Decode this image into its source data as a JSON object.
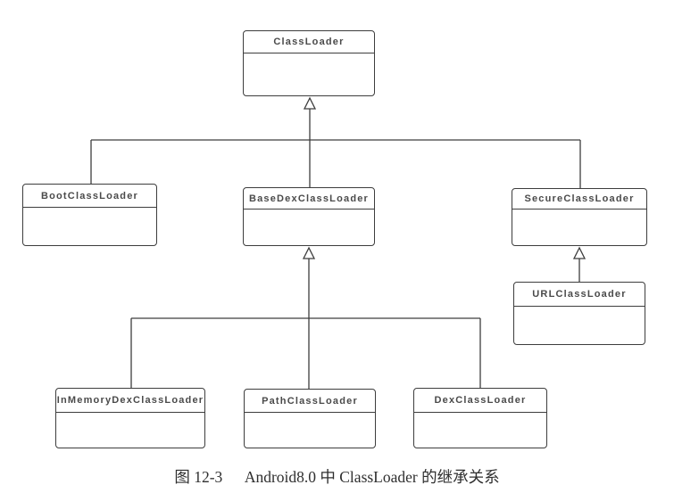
{
  "diagram": {
    "type": "uml-class-inheritance",
    "nodes": {
      "classloader": {
        "label": "ClassLoader"
      },
      "bootclassloader": {
        "label": "BootClassLoader"
      },
      "basedexclassloader": {
        "label": "BaseDexClassLoader"
      },
      "secureclassloader": {
        "label": "SecureClassLoader"
      },
      "urlclassloader": {
        "label": "URLClassLoader"
      },
      "inmemorydexclassloader": {
        "label": "InMemoryDexClassLoader"
      },
      "pathclassloader": {
        "label": "PathClassLoader"
      },
      "dexclassloader": {
        "label": "DexClassLoader"
      }
    },
    "edges": [
      {
        "from": "BootClassLoader",
        "to": "ClassLoader",
        "type": "generalization"
      },
      {
        "from": "BaseDexClassLoader",
        "to": "ClassLoader",
        "type": "generalization"
      },
      {
        "from": "SecureClassLoader",
        "to": "ClassLoader",
        "type": "generalization"
      },
      {
        "from": "URLClassLoader",
        "to": "SecureClassLoader",
        "type": "generalization"
      },
      {
        "from": "InMemoryDexClassLoader",
        "to": "BaseDexClassLoader",
        "type": "generalization"
      },
      {
        "from": "PathClassLoader",
        "to": "BaseDexClassLoader",
        "type": "generalization"
      },
      {
        "from": "DexClassLoader",
        "to": "BaseDexClassLoader",
        "type": "generalization"
      }
    ],
    "caption": {
      "figure_label": "图 12-3",
      "title": "Android8.0 中 ClassLoader 的继承关系"
    },
    "colors": {
      "line": "#3d3d3d",
      "box_border": "#3d3d3d",
      "class_name_text": "#4a4a4a",
      "caption_text": "#2f2f2f",
      "background": "#ffffff"
    }
  }
}
